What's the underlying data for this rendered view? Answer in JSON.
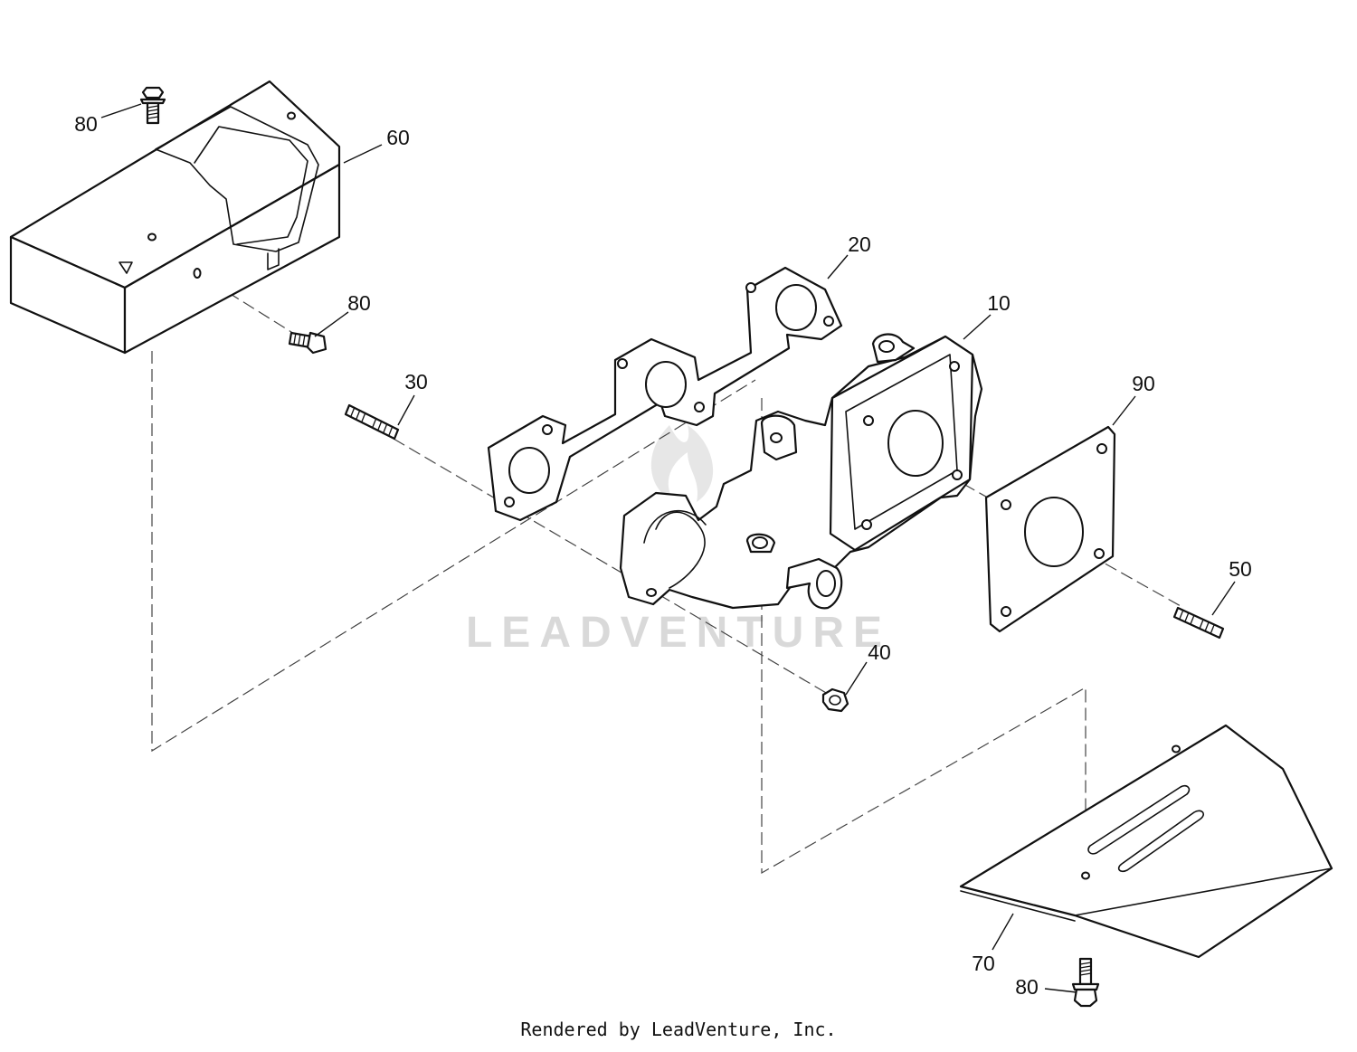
{
  "callouts": {
    "c10": "10",
    "c20": "20",
    "c30": "30",
    "c40": "40",
    "c50": "50",
    "c60": "60",
    "c70": "70",
    "c80a": "80",
    "c80b": "80",
    "c80c": "80",
    "c90": "90"
  },
  "watermark": "LEADVENTURE",
  "footer": "Rendered by LeadVenture, Inc.",
  "colors": {
    "line": "#111111",
    "watermark": "#d9d9d9",
    "background": "#ffffff"
  }
}
